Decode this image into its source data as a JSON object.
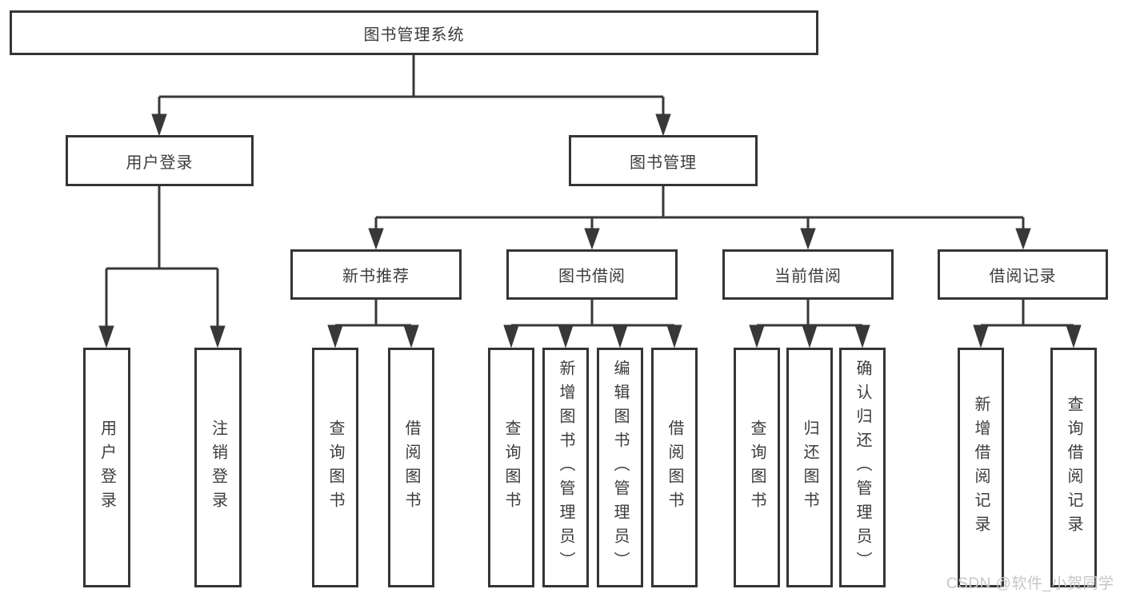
{
  "tree": {
    "label": "图书管理系统",
    "children": [
      {
        "label": "用户登录",
        "children": [
          {
            "label": "用户登录"
          },
          {
            "label": "注销登录"
          }
        ]
      },
      {
        "label": "图书管理",
        "children": [
          {
            "label": "新书推荐",
            "children": [
              {
                "label": "查询图书"
              },
              {
                "label": "借阅图书"
              }
            ]
          },
          {
            "label": "图书借阅",
            "children": [
              {
                "label": "查询图书"
              },
              {
                "label": "新增图书（管理员）"
              },
              {
                "label": "编辑图书（管理员）"
              },
              {
                "label": "借阅图书"
              }
            ]
          },
          {
            "label": "当前借阅",
            "children": [
              {
                "label": "查询图书"
              },
              {
                "label": "归还图书"
              },
              {
                "label": "确认归还（管理员）"
              }
            ]
          },
          {
            "label": "借阅记录",
            "children": [
              {
                "label": "新增借阅记录"
              },
              {
                "label": "查询借阅记录"
              }
            ]
          }
        ]
      }
    ]
  },
  "watermark": {
    "text": "CSDN @软件_小贺同学"
  },
  "colors": {
    "line": "#383838",
    "box_border": "#333538",
    "text": "#3a3c3f",
    "watermark": "#c6c6c6",
    "background": "#ffffff"
  }
}
